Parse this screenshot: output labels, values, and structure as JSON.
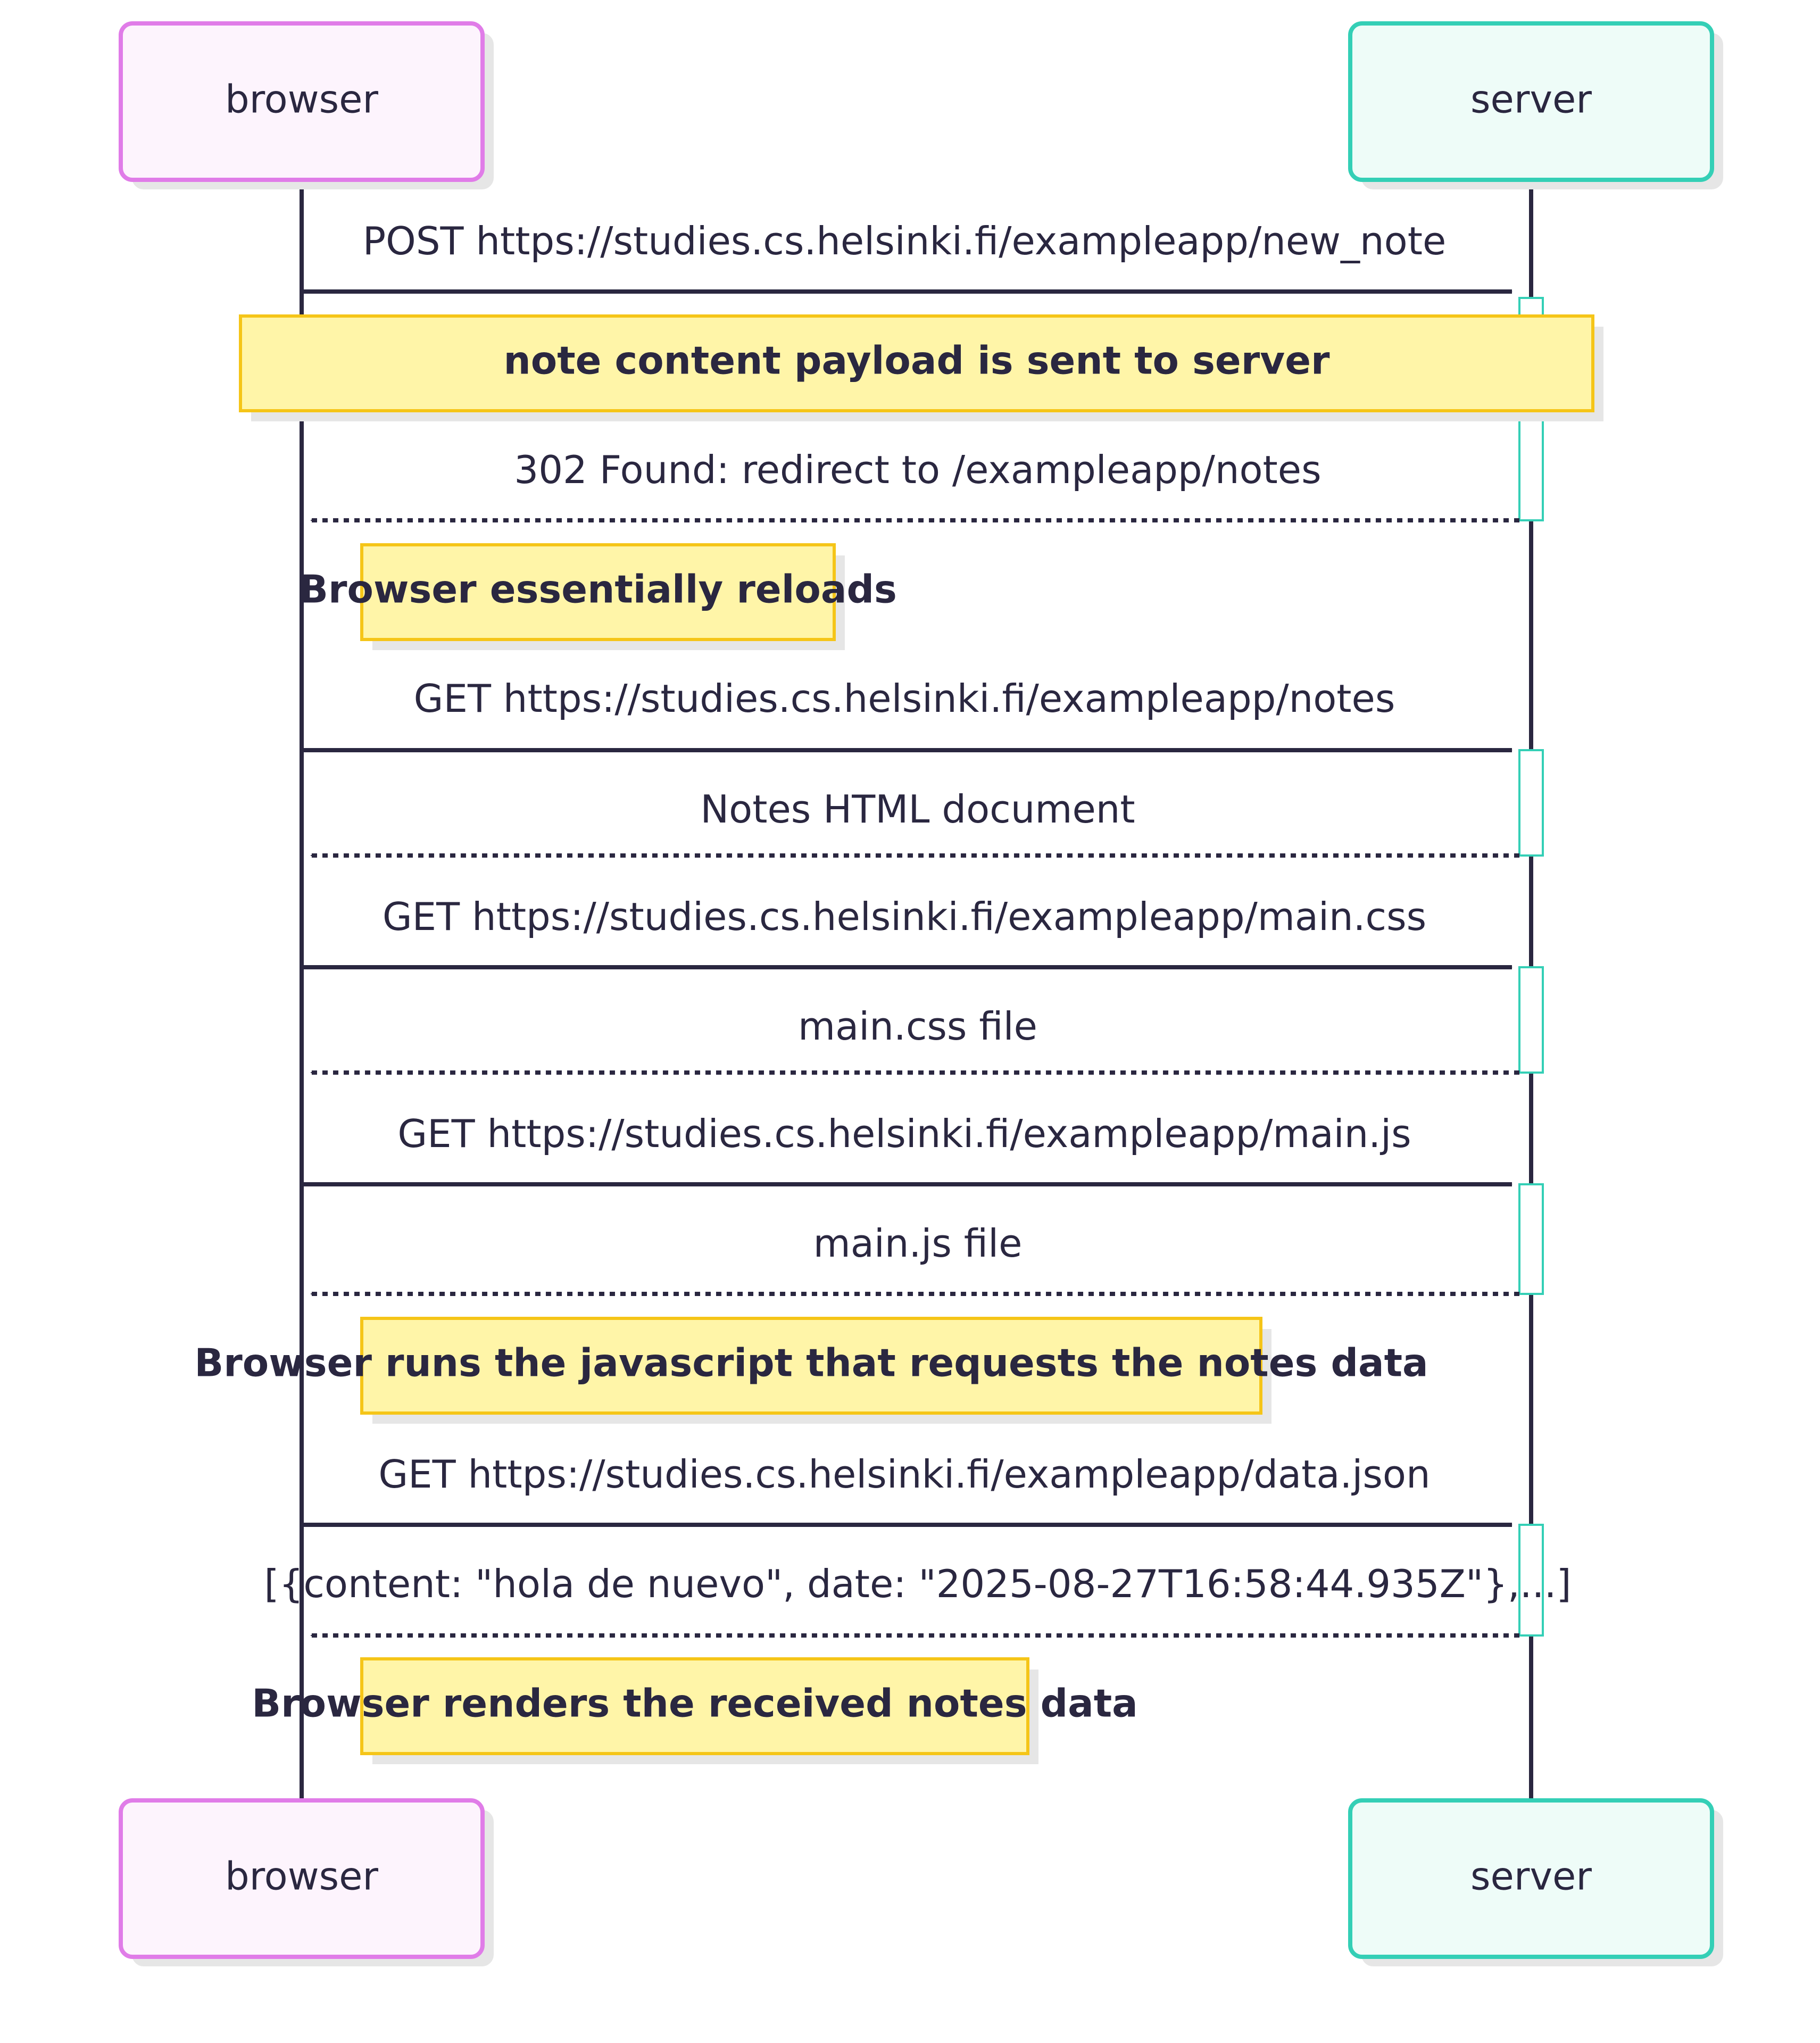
{
  "participants": {
    "browser": {
      "label": "browser",
      "fill": "#fdf4fd",
      "stroke": "#e07ce8"
    },
    "server": {
      "label": "server",
      "fill": "#eefcf8",
      "stroke": "#34cfb6"
    }
  },
  "colors": {
    "line": "#2a2740",
    "note_fill": "#fff5a8",
    "note_stroke": "#f5c518",
    "activation_stroke": "#34cfb6",
    "shadow": "#e6e6e6"
  },
  "messages": [
    {
      "text": "POST https://studies.cs.helsinki.fi/exampleapp/new_note",
      "from": "browser",
      "to": "server",
      "style": "solid"
    },
    {
      "text": "302 Found: redirect to /exampleapp/notes",
      "from": "server",
      "to": "browser",
      "style": "dotted"
    },
    {
      "text": "GET https://studies.cs.helsinki.fi/exampleapp/notes",
      "from": "browser",
      "to": "server",
      "style": "solid"
    },
    {
      "text": "Notes HTML document",
      "from": "server",
      "to": "browser",
      "style": "dotted"
    },
    {
      "text": "GET https://studies.cs.helsinki.fi/exampleapp/main.css",
      "from": "browser",
      "to": "server",
      "style": "solid"
    },
    {
      "text": "main.css file",
      "from": "server",
      "to": "browser",
      "style": "dotted"
    },
    {
      "text": "GET https://studies.cs.helsinki.fi/exampleapp/main.js",
      "from": "browser",
      "to": "server",
      "style": "solid"
    },
    {
      "text": "main.js file",
      "from": "server",
      "to": "browser",
      "style": "dotted"
    },
    {
      "text": "GET https://studies.cs.helsinki.fi/exampleapp/data.json",
      "from": "browser",
      "to": "server",
      "style": "solid"
    },
    {
      "text": "[{content: \"hola de nuevo\", date: \"2025-08-27T16:58:44.935Z\"},...]",
      "from": "server",
      "to": "browser",
      "style": "dotted"
    }
  ],
  "notes": [
    {
      "text": "note content payload is sent to server",
      "over": "browser,server"
    },
    {
      "text": "Browser essentially reloads",
      "over": "browser"
    },
    {
      "text": "Browser runs the javascript that requests the notes data",
      "over": "browser"
    },
    {
      "text": "Browser renders the received notes data",
      "over": "browser"
    }
  ]
}
